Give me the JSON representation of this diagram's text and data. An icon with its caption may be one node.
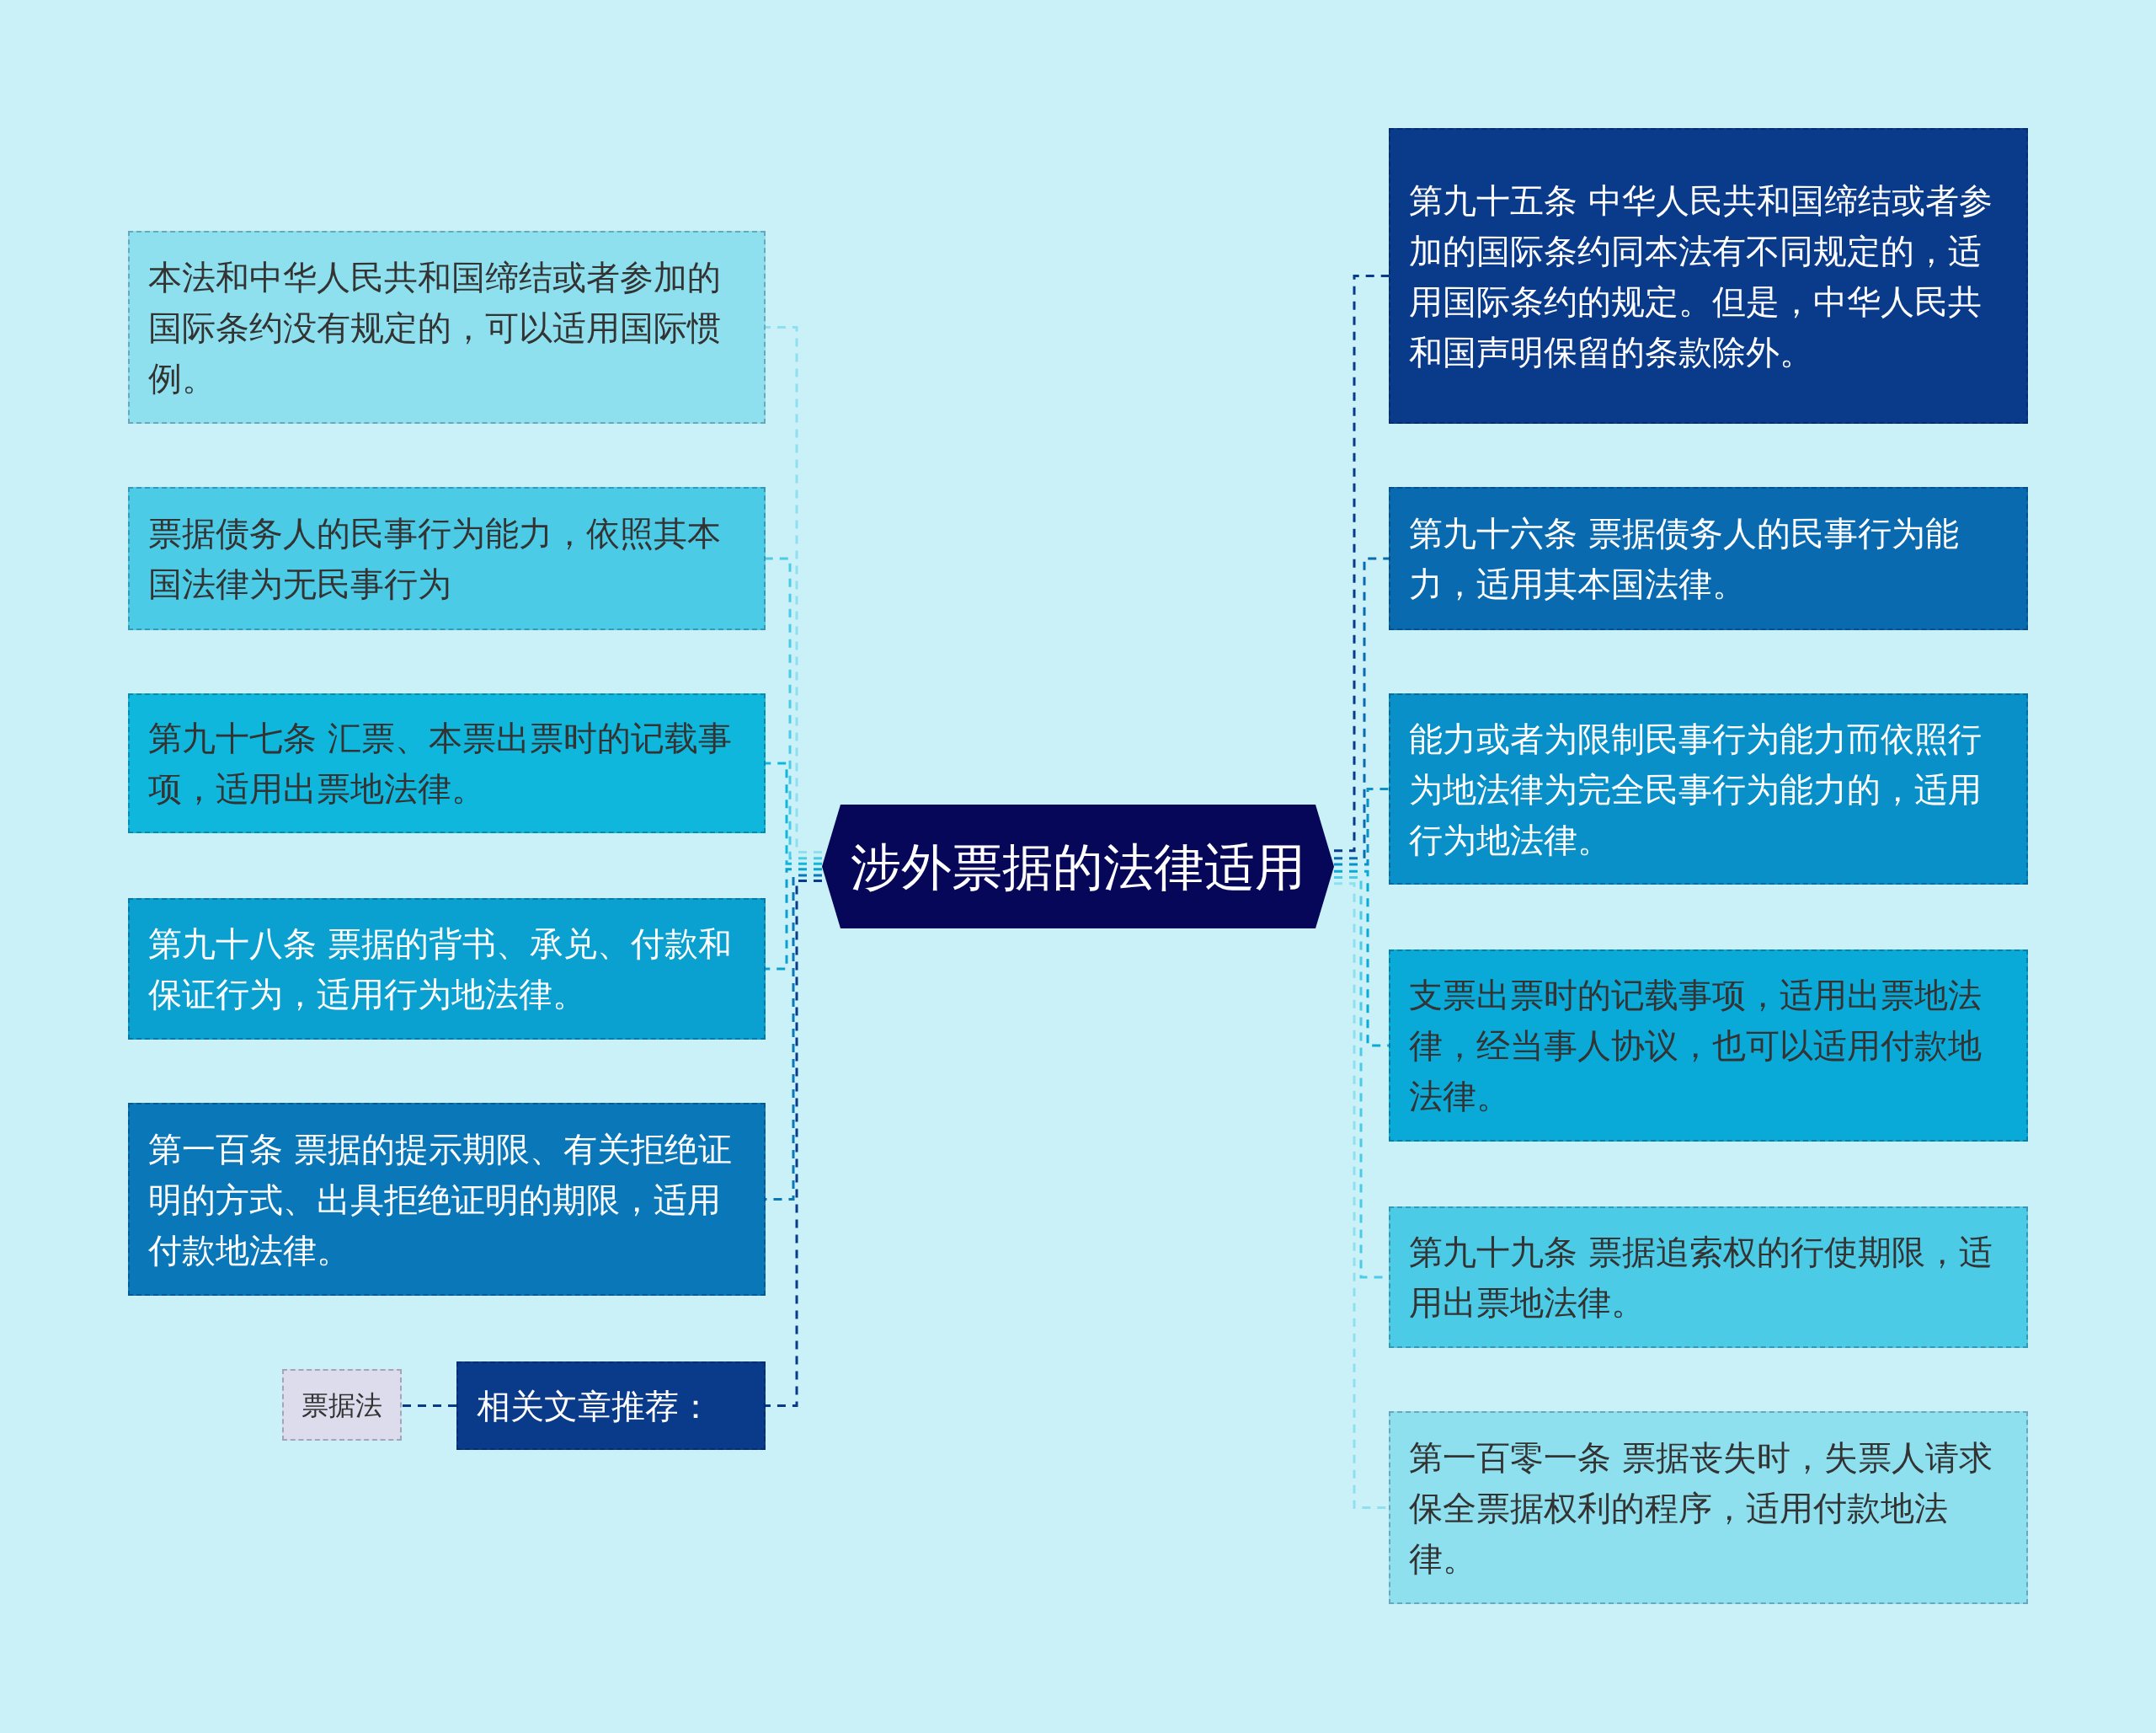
{
  "diagram": {
    "nodes": [
      {
        "text": [
          "涉外票据的法律适用"
        ]
      },
      {
        "text": [
          "本法和中华人民共和国缔结或者参加的国际条约没有规定的，可以适用国际惯例。"
        ]
      },
      {
        "text": [
          "票据债务人的民事行为能力，依照其本国法律为无民事行为"
        ]
      },
      {
        "text": [
          "第九十七条 汇票、本票出票时的记载事项，适用出票地法律。"
        ]
      },
      {
        "text": [
          "第九十八条 票据的背书、承兑、付款和保证行为，适用行为地法律。"
        ]
      },
      {
        "text": [
          "第一百条 票据的提示期限、有关拒绝证明的方式、出具拒绝证明的期限，适用付款地法律。"
        ]
      },
      {
        "text": [
          "相关文章推荐："
        ]
      },
      {
        "text": [
          "票据法"
        ]
      },
      {
        "text": [
          "第九十五条 中华人民共和国缔结或者参加的国际条约同本法有不同规定的，适用国际条约的规定。但是，中华人民共和国声明保留的条款除外。"
        ]
      },
      {
        "text": [
          "第九十六条 票据债务人的民事行为能力，适用其本国法律。"
        ]
      },
      {
        "text": [
          "能力或者为限制民事行为能力而依照行为地法律为完全民事行为能力的，适用行为地法律。"
        ]
      },
      {
        "text": [
          "支票出票时的记载事项，适用出票地法律，经当事人协议，也可以适用付款地法律。"
        ]
      },
      {
        "text": [
          "第九十九条 票据追索权的行使期限，适用出票地法律。"
        ]
      },
      {
        "text": [
          "第一百零一条 票据丧失时，失票人请求保全票据权利的程序，适用付款地法律。"
        ]
      }
    ],
    "edges": [
      {
        "from": 0,
        "to": 1,
        "arrow": "none",
        "style": "dashed",
        "color": "#8fe0ee"
      },
      {
        "from": 0,
        "to": 2,
        "arrow": "none",
        "style": "dashed",
        "color": "#4ccbe6"
      },
      {
        "from": 0,
        "to": 3,
        "arrow": "none",
        "style": "dashed",
        "color": "#10b7dc"
      },
      {
        "from": 0,
        "to": 4,
        "arrow": "none",
        "style": "dashed",
        "color": "#0aa0d0"
      },
      {
        "from": 0,
        "to": 5,
        "arrow": "none",
        "style": "dashed",
        "color": "#0a78b8"
      },
      {
        "from": 0,
        "to": 6,
        "arrow": "none",
        "style": "dashed",
        "color": "#0a3a8a"
      },
      {
        "from": 6,
        "to": 7,
        "arrow": "none",
        "style": "dashed",
        "color": "#0a3a8a"
      },
      {
        "from": 0,
        "to": 8,
        "arrow": "none",
        "style": "dashed",
        "color": "#0a3a8a"
      },
      {
        "from": 0,
        "to": 9,
        "arrow": "none",
        "style": "dashed",
        "color": "#0a6ab0"
      },
      {
        "from": 0,
        "to": 10,
        "arrow": "none",
        "style": "dashed",
        "color": "#0a90c8"
      },
      {
        "from": 0,
        "to": 11,
        "arrow": "none",
        "style": "dashed",
        "color": "#0aaad8"
      },
      {
        "from": 0,
        "to": 12,
        "arrow": "none",
        "style": "dashed",
        "color": "#4ccbe6"
      },
      {
        "from": 0,
        "to": 13,
        "arrow": "none",
        "style": "dashed",
        "color": "#8fe0ee"
      }
    ]
  }
}
